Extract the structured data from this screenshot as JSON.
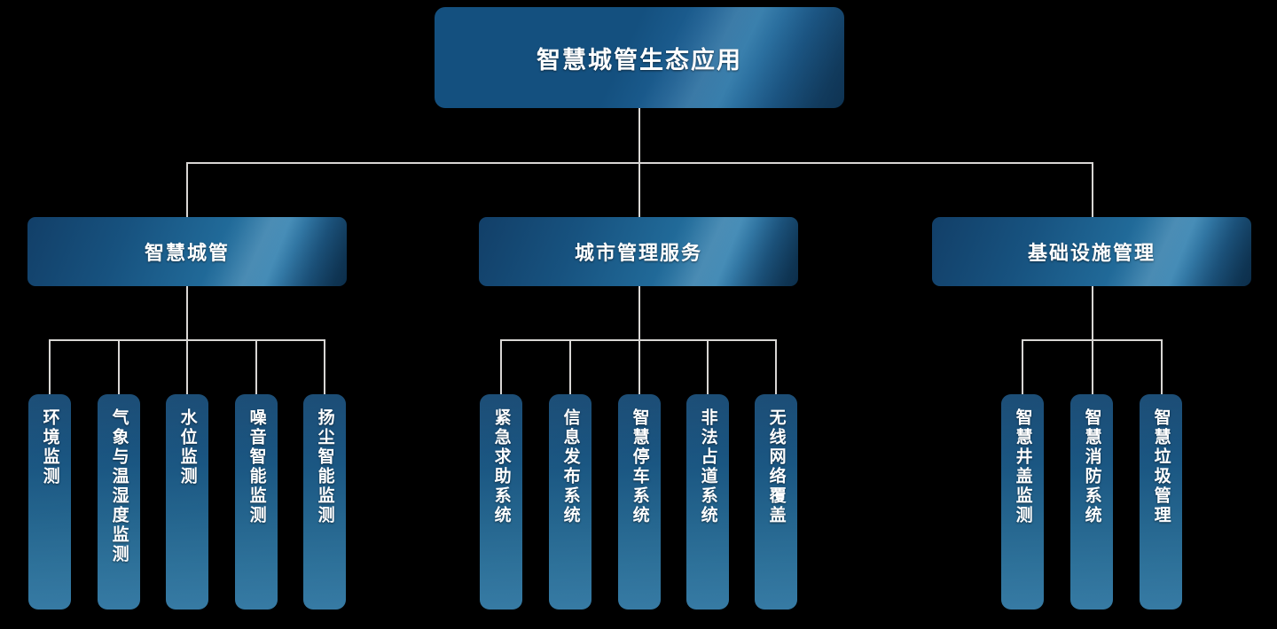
{
  "diagram": {
    "title": "智慧城管生态应用",
    "root": {
      "label": "智慧城管生态应用"
    },
    "branches": [
      {
        "label": "智慧城管",
        "leaves": [
          {
            "label": "环境监测"
          },
          {
            "label": "气象与温湿度监测"
          },
          {
            "label": "水位监测"
          },
          {
            "label": "噪音智能监测"
          },
          {
            "label": "扬尘智能监测"
          }
        ]
      },
      {
        "label": "城市管理服务",
        "leaves": [
          {
            "label": "紧急求助系统"
          },
          {
            "label": "信息发布系统"
          },
          {
            "label": "智慧停车系统"
          },
          {
            "label": "非法占道系统"
          },
          {
            "label": "无线网络覆盖"
          }
        ]
      },
      {
        "label": "基础设施管理",
        "leaves": [
          {
            "label": "智慧井盖监测"
          },
          {
            "label": "智慧消防系统"
          },
          {
            "label": "智慧垃圾管理"
          }
        ]
      }
    ],
    "colors": {
      "background": "#000000",
      "connector": "#d8d6d4",
      "node_dark": "#0f3c62",
      "node_mid": "#17527f",
      "node_light": "#3a85b2",
      "text": "#ffffff"
    }
  }
}
